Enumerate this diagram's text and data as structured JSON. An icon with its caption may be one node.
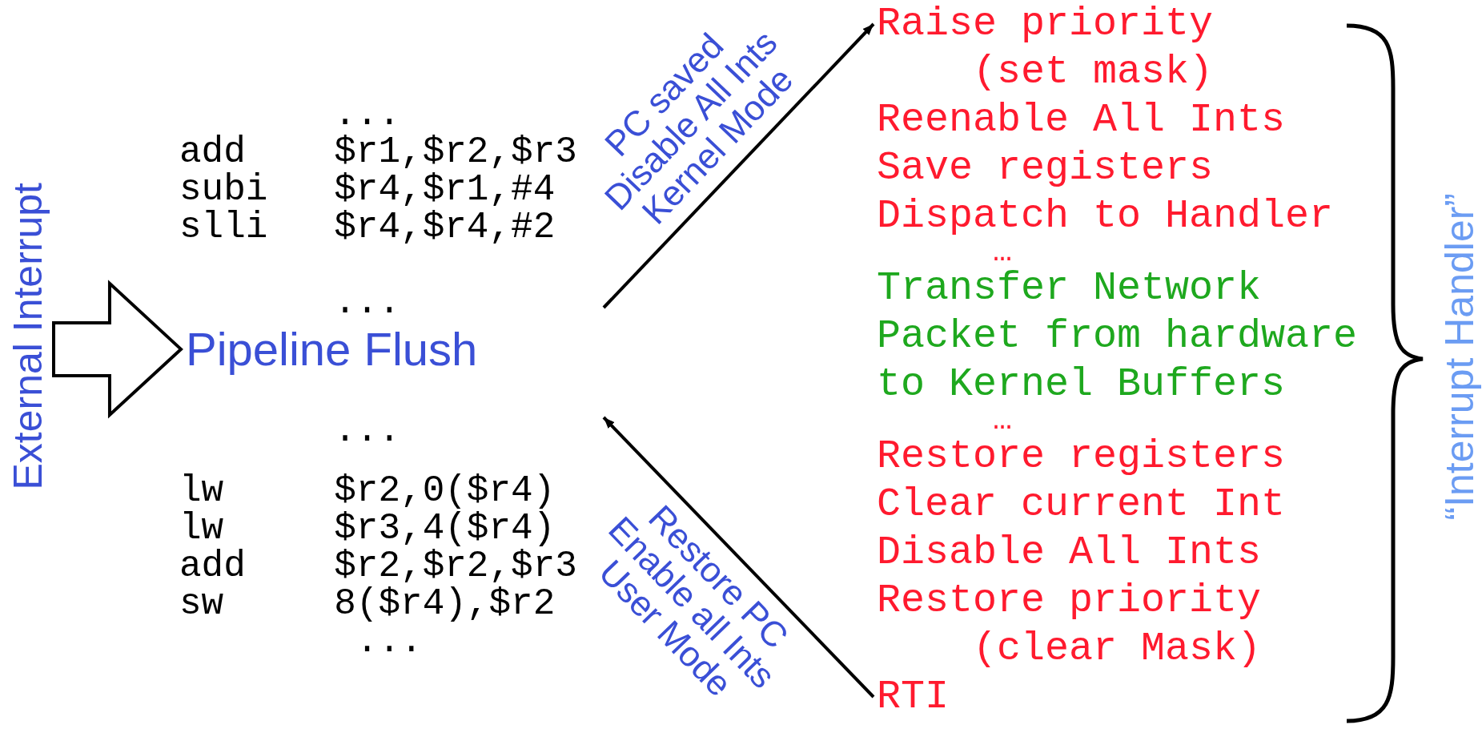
{
  "diagram": {
    "nodes": [
      {
        "text": [
          "External Interrupt"
        ]
      },
      {
        "text": [
          "Pipeline Flush"
        ]
      },
      {
        "text": [
          "...",
          "add $r1,$r2,$r3",
          "subi $r4,$r1,#4",
          "slli $r4,$r4,#2",
          "..."
        ]
      },
      {
        "text": [
          "...",
          "lw $r2,0($r4)",
          "lw $r3,4($r4)",
          "add $r2,$r2,$r3",
          "sw 8($r4),$r2",
          "..."
        ]
      },
      {
        "text": [
          "Raise priority (set mask)"
        ]
      },
      {
        "text": [
          "Reenable All Ints"
        ]
      },
      {
        "text": [
          "Save registers"
        ]
      },
      {
        "text": [
          "Dispatch to Handler"
        ]
      },
      {
        "text": [
          "…"
        ]
      },
      {
        "text": [
          "Transfer Network Packet from hardware to Kernel Buffers"
        ]
      },
      {
        "text": [
          "…"
        ]
      },
      {
        "text": [
          "Restore registers"
        ]
      },
      {
        "text": [
          "Clear current Int"
        ]
      },
      {
        "text": [
          "Disable All Ints"
        ]
      },
      {
        "text": [
          "Restore priority (clear Mask)"
        ]
      },
      {
        "text": [
          "RTI"
        ]
      },
      {
        "text": [
          "“Interrupt Handler”"
        ]
      }
    ],
    "edges": [
      {
        "from": 0,
        "to": 1,
        "arrow": "to"
      },
      {
        "from": 2,
        "to": 4,
        "arrow": "to",
        "label": "PC saved Disable All Ints Kernel Mode"
      },
      {
        "from": 15,
        "to": 3,
        "arrow": "to",
        "label": "Restore PC Enable all Ints User Mode"
      }
    ]
  }
}
